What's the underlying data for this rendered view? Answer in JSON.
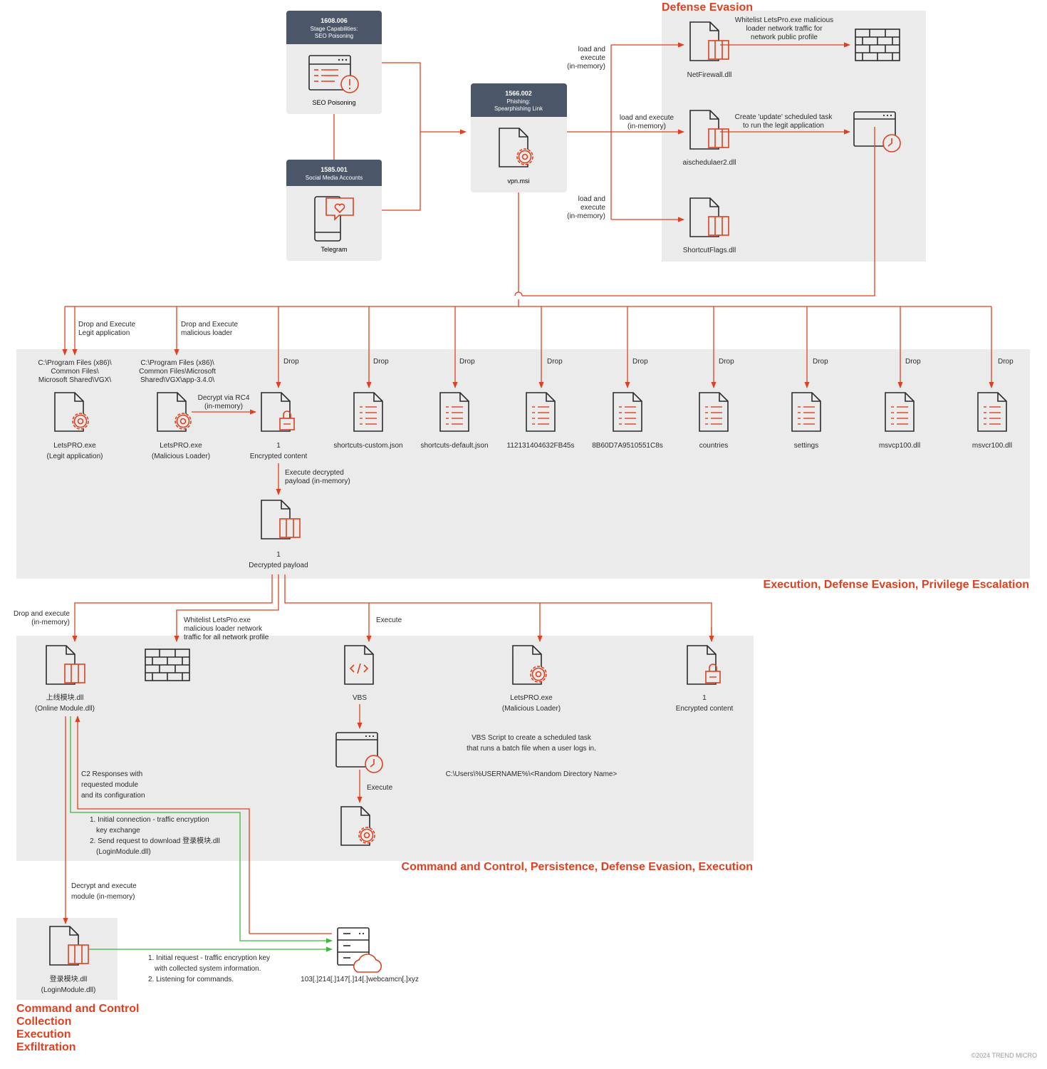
{
  "colors": {
    "red": "#e0401f",
    "green": "#3db83a",
    "dark": "#2b2b2b",
    "panel": "#ebebeb",
    "header": "#4b5669"
  },
  "sections": {
    "defense_evasion": "Defense Evasion",
    "exec_def_priv": "Execution, Defense Evasion, Privilege Escalation",
    "c2_persist": "Command and Control, Persistence, Defense Evasion, Execution",
    "c2_lines": [
      "Command and Control",
      "Collection",
      "Execution",
      "Exfiltration"
    ]
  },
  "cards": {
    "seo": {
      "id": "1608.006",
      "title1": "Stage Capabilities:",
      "title2": "SEO Poisoning",
      "label": "SEO Poisoning",
      "icon": "browser-alert-icon"
    },
    "social": {
      "id": "1585.001",
      "title1": "Social Media Accounts",
      "label": "Telegram",
      "icon": "phone-heart-icon"
    },
    "phish": {
      "id": "1566.002",
      "title1": "Phishing:",
      "title2": "Spearphishing Link",
      "label": "vpn.msi",
      "icon": "file-gear-icon"
    }
  },
  "defense": {
    "netfirewall": {
      "edge": [
        "load and",
        "execute",
        "(in-memory)"
      ],
      "label": "NetFirewall.dll",
      "note": [
        "Whitelist LetsPro.exe malicious",
        "loader  network traffic for",
        "network public profile"
      ]
    },
    "aischedule": {
      "edge": [
        "load and execute",
        "(in-memory)"
      ],
      "label": "aischedulaer2.dll",
      "note": [
        "Create 'update' scheduled task",
        "to run the legit application"
      ]
    },
    "shortcut": {
      "edge": [
        "load and",
        "execute",
        "(in-memory)"
      ],
      "label": "ShortcutFlags.dll"
    }
  },
  "execution": {
    "legit": {
      "edge": [
        "Drop and Execute",
        "Legit application"
      ],
      "path": [
        "C:\\Program Files (x86)\\",
        "Common Files\\",
        "Microsoft Shared\\VGX\\"
      ],
      "label": [
        "LetsPRO.exe",
        "(Legit application)"
      ]
    },
    "loader": {
      "edge": [
        "Drop and Execute",
        "malicious loader"
      ],
      "path": [
        "C:\\Program Files (x86)\\",
        "Common Files\\Microsoft",
        "Shared\\VGX\\app-3.4.0\\"
      ],
      "label": [
        "LetsPRO.exe",
        "(Malicious Loader)"
      ]
    },
    "decrypt_edge": [
      "Decrypt via RC4",
      "(in-memory)"
    ],
    "encrypted": {
      "label": [
        "1",
        "Encrypted content"
      ]
    },
    "execute_edge": [
      "Execute decrypted",
      "payload (in-memory)"
    ],
    "decrypted": {
      "label": [
        "1",
        "Decrypted payload"
      ]
    },
    "drop": "Drop",
    "files": [
      "shortcuts-custom.json",
      "shortcuts-default.json",
      "112131404632FB45s",
      "8B60D7A9510551C8s",
      "countries",
      "settings",
      "msvcp100.dll",
      "msvcr100.dll"
    ]
  },
  "c2": {
    "online_edge": [
      "Drop and execute",
      "(in-memory)"
    ],
    "online": [
      "上线模块.dll",
      "(Online Module.dll)"
    ],
    "firewall_note": [
      "Whitelist LetsPro.exe",
      "malicious loader network",
      "traffic for all network profile"
    ],
    "execute": "Execute",
    "vbs": "VBS",
    "loader2": [
      "LetsPRO.exe",
      "(Malicious Loader)"
    ],
    "enc2": [
      "1",
      "Encrypted content"
    ],
    "vbs_note": [
      "VBS Script to create a scheduled task",
      "that runs a batch file when a user logs in."
    ],
    "vbs_path": "C:\\Users\\%USERNAME%\\<Random Directory Name>",
    "execute2": "Execute",
    "c2_response": [
      "C2 Responses with",
      "requested module",
      "and its configuration"
    ],
    "initial_conn": [
      "1. Initial connection - traffic encryption",
      "key exchange",
      "2. Send request to download 登录模块.dll",
      "(LoginModule.dll)"
    ],
    "decrypt_module": [
      "Decrypt and execute",
      "module (in-memory)"
    ]
  },
  "bottom": {
    "login": [
      "登录模块.dll",
      "(LoginModule.dll)"
    ],
    "initial_req": [
      "1. Initial request - traffic encryption key",
      "with collected system information.",
      "2. Listening for commands."
    ],
    "server": "103[.]214[.]147[.]14[.]webcamcn[.]xyz"
  },
  "copyright": "©2024 TREND MICRO"
}
